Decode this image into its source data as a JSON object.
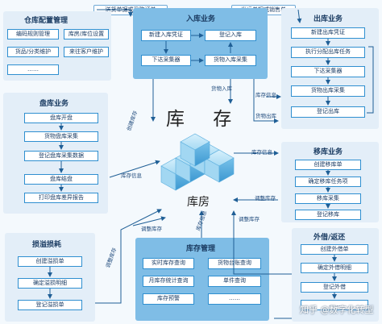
{
  "top_notes": {
    "purchase": "送货单据或采购订单",
    "sales": "发运单据或销售单"
  },
  "config": {
    "title": "仓库配置管理",
    "items": [
      "编码规则管理",
      "库房/库位设置",
      "货品/分类维护",
      "来往客户维护",
      "……"
    ]
  },
  "inbound": {
    "title": "入库业务",
    "items": [
      "新建入库凭证",
      "登记入库",
      "下达采集器",
      "货物入库采集"
    ]
  },
  "outbound": {
    "title": "出库业务",
    "items": [
      "新建出库凭证",
      "执行分配出库任务",
      "下达采集器",
      "货物出库采集",
      "登记出库"
    ]
  },
  "stocktake": {
    "title": "盘库业务",
    "items": [
      "盘库开盘",
      "货物盘库采集",
      "登记盘库采集数据",
      "盘库结盘",
      "打印盘库差异报告"
    ]
  },
  "transfer": {
    "title": "移库业务",
    "items": [
      "创建移库单",
      "确定移库任务项",
      "移库采集",
      "登记移库"
    ]
  },
  "damage": {
    "title": "损溢损耗",
    "items": [
      "创建溢损单",
      "确定溢损明细",
      "登记溢损单"
    ]
  },
  "inventory_mgmt": {
    "title": "库存管理",
    "items": [
      "实时库存查询",
      "货物台账查询",
      "月库存统计查询",
      "单件查询",
      "库存预警",
      "……"
    ]
  },
  "lending": {
    "title": "外借/返还",
    "items": [
      "创建外借单",
      "确定外借明细",
      "登记外借",
      "……"
    ]
  },
  "center": {
    "stock": "库 存",
    "warehouse": "库房"
  },
  "flow_labels": {
    "goods_in": "货物入库",
    "stock_info_1": "库存信息",
    "goods_out": "货物出库",
    "stock_info_2": "库存信息",
    "adjust_1": "调整库存",
    "stock_info_3": "库存信息",
    "adjust_2": "调整库存",
    "adjust_3": "调整库存",
    "stock_info_4": "库存信息",
    "adjust_4": "调整库存",
    "create_inventory": "创建库存"
  },
  "watermark": "知乎 @数字化转型"
}
